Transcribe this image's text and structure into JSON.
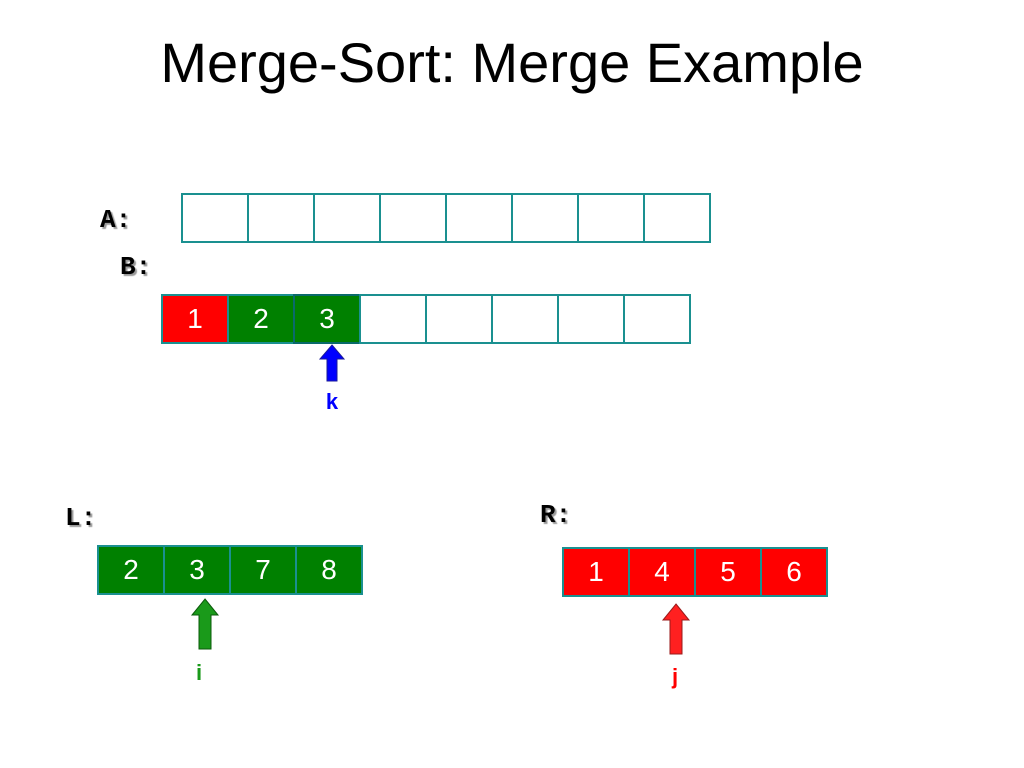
{
  "title": "Merge-Sort: Merge Example",
  "colors": {
    "border": "#1a9090",
    "red": "#ff0000",
    "green": "#008000",
    "blue": "#0000ff",
    "white": "#ffffff"
  },
  "arrays": {
    "A": {
      "label": "A:",
      "cells": [
        "",
        "",
        "",
        "",
        "",
        "",
        "",
        ""
      ]
    },
    "B": {
      "label": "B:",
      "cells": [
        {
          "value": "1",
          "color": "red"
        },
        {
          "value": "2",
          "color": "green"
        },
        {
          "value": "3",
          "color": "green"
        },
        {
          "value": "",
          "color": "white"
        },
        {
          "value": "",
          "color": "white"
        },
        {
          "value": "",
          "color": "white"
        },
        {
          "value": "",
          "color": "white"
        },
        {
          "value": "",
          "color": "white"
        }
      ]
    },
    "L": {
      "label": "L:",
      "cells": [
        {
          "value": "2",
          "color": "green"
        },
        {
          "value": "3",
          "color": "green"
        },
        {
          "value": "7",
          "color": "green"
        },
        {
          "value": "8",
          "color": "green"
        }
      ]
    },
    "R": {
      "label": "R:",
      "cells": [
        {
          "value": "1",
          "color": "red"
        },
        {
          "value": "4",
          "color": "red"
        },
        {
          "value": "5",
          "color": "red"
        },
        {
          "value": "6",
          "color": "red"
        }
      ]
    }
  },
  "pointers": {
    "k": {
      "label": "k",
      "color": "blue",
      "array": "B",
      "index": 2
    },
    "i": {
      "label": "i",
      "color": "green",
      "array": "L",
      "index": 1
    },
    "j": {
      "label": "j",
      "color": "red",
      "array": "R",
      "index": 1
    }
  }
}
